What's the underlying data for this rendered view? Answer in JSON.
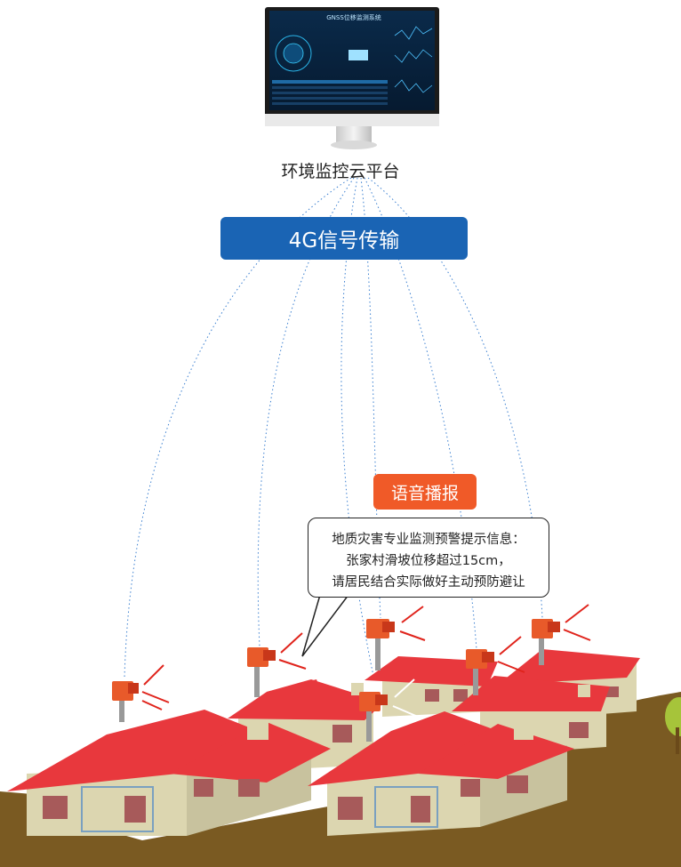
{
  "platform": {
    "label": "环境监控云平台",
    "screen_title": "GNSS位移监测系统"
  },
  "transmission": {
    "label": "4G信号传输"
  },
  "broadcast": {
    "label": "语音播报",
    "message": {
      "line1": "地质灾害专业监测预警提示信息：",
      "line2": "张家村滑坡位移超过15cm，",
      "line3": "请居民结合实际做好主动预防避让"
    }
  },
  "colors": {
    "signal_button": "#1a64b4",
    "voice_button": "#f05a28",
    "roof": "#e8383d",
    "ground": "#7a5a22",
    "wall": "#dcd6b0",
    "link_line": "#3a7fd0"
  }
}
